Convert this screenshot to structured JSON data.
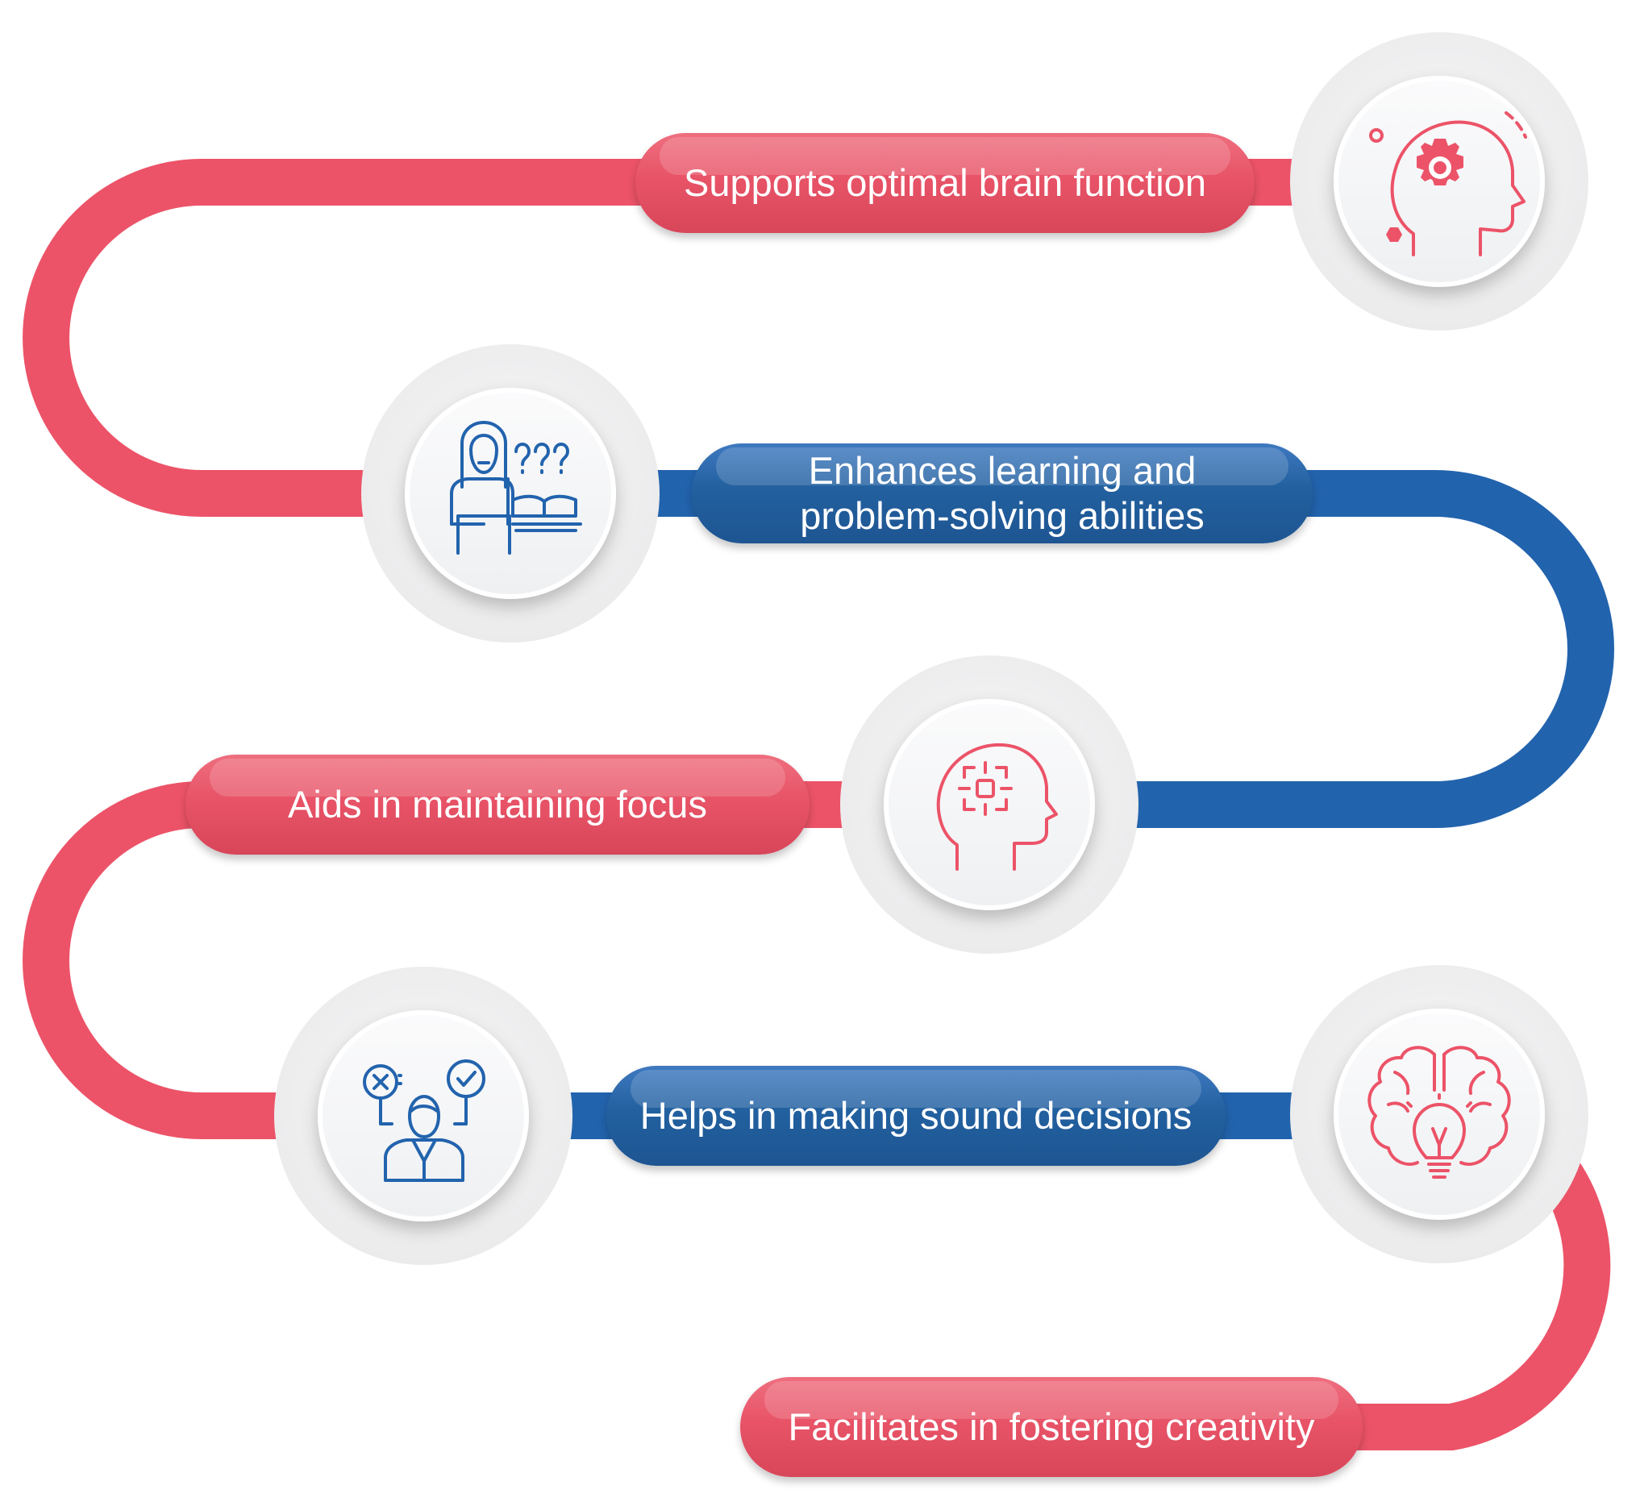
{
  "colors": {
    "red": "#ec5368",
    "blue": "#2263ad",
    "disc_outer": "#eeeeef",
    "disc_inner": "#f5f6f7"
  },
  "steps": [
    {
      "label": "Supports optimal brain function",
      "color": "red",
      "icon": "head-gear-icon"
    },
    {
      "label": "Enhances learning and problem-solving abilities",
      "color": "blue",
      "icon": "student-question-book-icon"
    },
    {
      "label": "Aids in maintaining focus",
      "color": "red",
      "icon": "head-focus-target-icon"
    },
    {
      "label": "Helps in making sound decisions",
      "color": "blue",
      "icon": "person-decision-icon"
    },
    {
      "label": "Facilitates in fostering creativity",
      "color": "red",
      "icon": "brain-lightbulb-icon"
    }
  ]
}
